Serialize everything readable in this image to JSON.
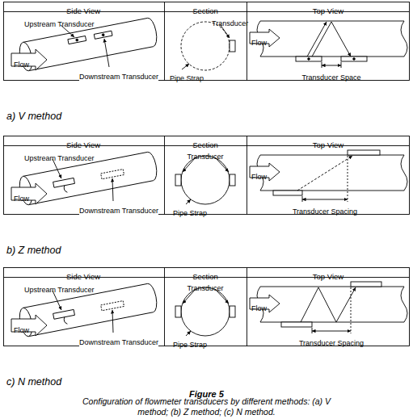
{
  "diagram": {
    "title": "Figure 5",
    "caption": "Configuration of flowmeter transducers by different methods: (a) V method; (b) Z method; (c) N method.",
    "labels": [
      "Side View",
      "Section",
      "Top View",
      "Upstream Transducer",
      "Flow",
      "Downstream Transducer",
      "Transducer",
      "Pipe Strap",
      "Flow",
      "Transducer Space",
      "a) V method",
      "Side View",
      "Section",
      "Top View",
      "Upstream Transducer",
      "Flow",
      "Downstream Transducer",
      "Transducer",
      "Pipe Strap",
      "Flow",
      "Transducer Spacing",
      "b) Z method",
      "Side View",
      "Section",
      "Top View",
      "Upstream Transducer",
      "Flow",
      "Downstream Transducer",
      "Transducer",
      "Pipe Strap",
      "Flow",
      "Transducer Spacing",
      "c) N method"
    ]
  }
}
